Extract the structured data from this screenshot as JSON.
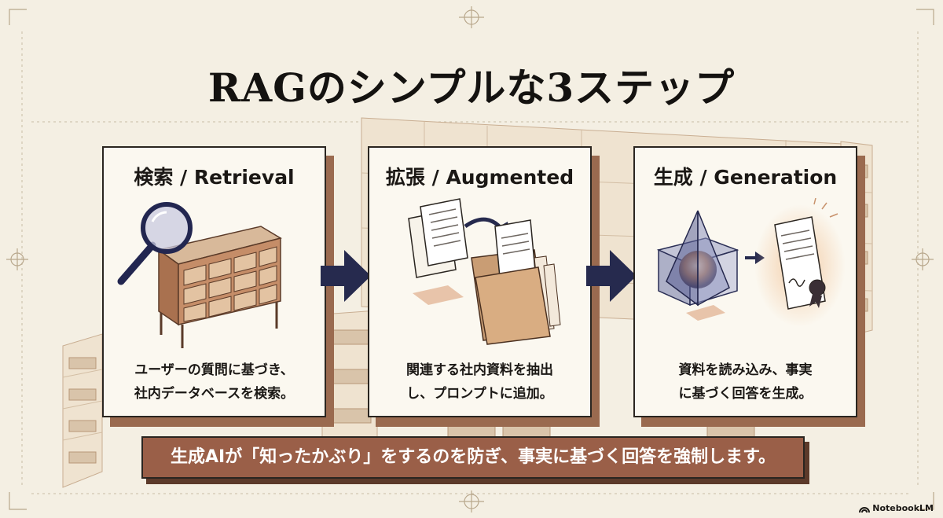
{
  "title": "RAGのシンプルな3ステップ",
  "steps": [
    {
      "title": "検索 / Retrieval",
      "icon": "magnifier-cabinet-icon",
      "description_line1": "ユーザーの質問に基づき、",
      "description_line2": "社内データベースを検索。"
    },
    {
      "title": "拡張 / Augmented",
      "icon": "documents-folder-icon",
      "description_line1": "関連する社内資料を抽出",
      "description_line2": "し、プロンプトに追加。"
    },
    {
      "title": "生成 / Generation",
      "icon": "prism-certificate-icon",
      "description_line1": "資料を読み込み、事実",
      "description_line2": "に基づく回答を生成。"
    }
  ],
  "banner": "生成AIが「知ったかぶり」をするのを防ぎ、事実に基づく回答を強制します。",
  "brand": "NotebookLM",
  "colors": {
    "background": "#f4efe3",
    "card": "#fbf8f0",
    "shadow": "#9a6a4f",
    "arrow": "#262a4e",
    "banner": "#9a5f48"
  }
}
